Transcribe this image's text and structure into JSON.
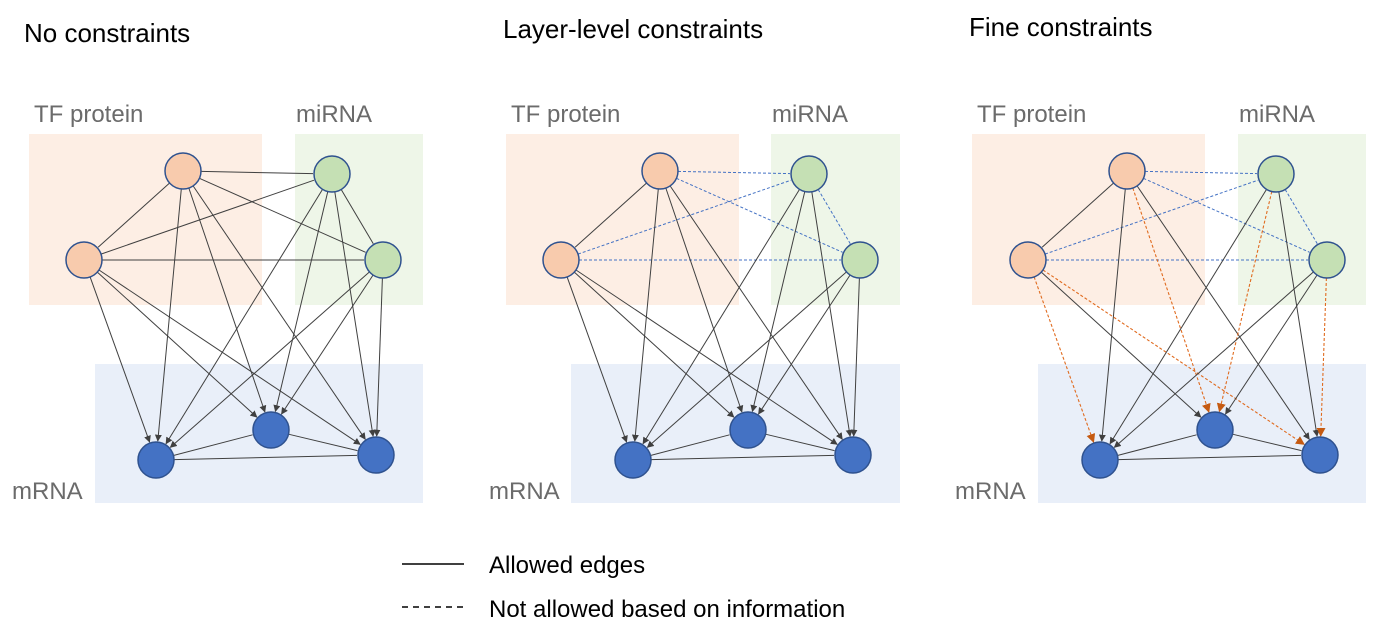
{
  "panels": [
    {
      "title": "No constraints",
      "layers": {
        "tf": "TF protein",
        "mirna": "miRNA",
        "mrna": "mRNA"
      },
      "edges": [
        {
          "from": "tf1",
          "to": "tf2",
          "style": "allowed"
        },
        {
          "from": "tf1",
          "to": "mi1",
          "style": "allowed"
        },
        {
          "from": "tf1",
          "to": "mi2",
          "style": "allowed"
        },
        {
          "from": "tf2",
          "to": "mi1",
          "style": "allowed"
        },
        {
          "from": "tf2",
          "to": "mi2",
          "style": "allowed"
        },
        {
          "from": "mi1",
          "to": "mi2",
          "style": "allowed"
        },
        {
          "from": "m1",
          "to": "m2",
          "style": "allowed"
        },
        {
          "from": "m1",
          "to": "m3",
          "style": "allowed"
        },
        {
          "from": "m2",
          "to": "m3",
          "style": "allowed"
        },
        {
          "from": "tf1",
          "to": "m1",
          "style": "allowed",
          "arrow": true
        },
        {
          "from": "tf1",
          "to": "m2",
          "style": "allowed",
          "arrow": true
        },
        {
          "from": "tf1",
          "to": "m3",
          "style": "allowed",
          "arrow": true
        },
        {
          "from": "tf2",
          "to": "m1",
          "style": "allowed",
          "arrow": true
        },
        {
          "from": "tf2",
          "to": "m2",
          "style": "allowed",
          "arrow": true
        },
        {
          "from": "tf2",
          "to": "m3",
          "style": "allowed",
          "arrow": true
        },
        {
          "from": "mi1",
          "to": "m1",
          "style": "allowed",
          "arrow": true
        },
        {
          "from": "mi1",
          "to": "m2",
          "style": "allowed",
          "arrow": true
        },
        {
          "from": "mi1",
          "to": "m3",
          "style": "allowed",
          "arrow": true
        },
        {
          "from": "mi2",
          "to": "m1",
          "style": "allowed",
          "arrow": true
        },
        {
          "from": "mi2",
          "to": "m2",
          "style": "allowed",
          "arrow": true
        },
        {
          "from": "mi2",
          "to": "m3",
          "style": "allowed",
          "arrow": true
        }
      ]
    },
    {
      "title": "Layer-level constraints",
      "layers": {
        "tf": "TF protein",
        "mirna": "miRNA",
        "mrna": "mRNA"
      },
      "edges": [
        {
          "from": "tf1",
          "to": "tf2",
          "style": "allowed"
        },
        {
          "from": "tf1",
          "to": "mi1",
          "style": "blocked-layer"
        },
        {
          "from": "tf1",
          "to": "mi2",
          "style": "blocked-layer"
        },
        {
          "from": "tf2",
          "to": "mi1",
          "style": "blocked-layer"
        },
        {
          "from": "tf2",
          "to": "mi2",
          "style": "blocked-layer"
        },
        {
          "from": "mi1",
          "to": "mi2",
          "style": "blocked-layer"
        },
        {
          "from": "m1",
          "to": "m2",
          "style": "allowed"
        },
        {
          "from": "m1",
          "to": "m3",
          "style": "allowed"
        },
        {
          "from": "m2",
          "to": "m3",
          "style": "allowed"
        },
        {
          "from": "tf1",
          "to": "m1",
          "style": "allowed",
          "arrow": true
        },
        {
          "from": "tf1",
          "to": "m2",
          "style": "allowed",
          "arrow": true
        },
        {
          "from": "tf1",
          "to": "m3",
          "style": "allowed",
          "arrow": true
        },
        {
          "from": "tf2",
          "to": "m1",
          "style": "allowed",
          "arrow": true
        },
        {
          "from": "tf2",
          "to": "m2",
          "style": "allowed",
          "arrow": true
        },
        {
          "from": "tf2",
          "to": "m3",
          "style": "allowed",
          "arrow": true
        },
        {
          "from": "mi1",
          "to": "m1",
          "style": "allowed",
          "arrow": true
        },
        {
          "from": "mi1",
          "to": "m2",
          "style": "allowed",
          "arrow": true
        },
        {
          "from": "mi1",
          "to": "m3",
          "style": "allowed",
          "arrow": true
        },
        {
          "from": "mi2",
          "to": "m1",
          "style": "allowed",
          "arrow": true
        },
        {
          "from": "mi2",
          "to": "m2",
          "style": "allowed",
          "arrow": true
        },
        {
          "from": "mi2",
          "to": "m3",
          "style": "allowed",
          "arrow": true
        }
      ]
    },
    {
      "title": "Fine constraints",
      "layers": {
        "tf": "TF protein",
        "mirna": "miRNA",
        "mrna": "mRNA"
      },
      "edges": [
        {
          "from": "tf1",
          "to": "tf2",
          "style": "allowed"
        },
        {
          "from": "tf1",
          "to": "mi1",
          "style": "blocked-layer"
        },
        {
          "from": "tf1",
          "to": "mi2",
          "style": "blocked-layer"
        },
        {
          "from": "tf2",
          "to": "mi1",
          "style": "blocked-layer"
        },
        {
          "from": "tf2",
          "to": "mi2",
          "style": "blocked-layer"
        },
        {
          "from": "mi1",
          "to": "mi2",
          "style": "blocked-layer"
        },
        {
          "from": "m1",
          "to": "m2",
          "style": "allowed"
        },
        {
          "from": "m1",
          "to": "m3",
          "style": "allowed"
        },
        {
          "from": "m2",
          "to": "m3",
          "style": "allowed"
        },
        {
          "from": "tf1",
          "to": "m1",
          "style": "allowed",
          "arrow": true
        },
        {
          "from": "tf1",
          "to": "m2",
          "style": "blocked-fine",
          "arrow": true
        },
        {
          "from": "tf1",
          "to": "m3",
          "style": "allowed",
          "arrow": true
        },
        {
          "from": "tf2",
          "to": "m1",
          "style": "blocked-fine",
          "arrow": true
        },
        {
          "from": "tf2",
          "to": "m2",
          "style": "allowed",
          "arrow": true
        },
        {
          "from": "tf2",
          "to": "m3",
          "style": "blocked-fine",
          "arrow": true
        },
        {
          "from": "mi1",
          "to": "m1",
          "style": "allowed",
          "arrow": true
        },
        {
          "from": "mi1",
          "to": "m2",
          "style": "blocked-fine",
          "arrow": true
        },
        {
          "from": "mi1",
          "to": "m3",
          "style": "allowed",
          "arrow": true
        },
        {
          "from": "mi2",
          "to": "m1",
          "style": "allowed",
          "arrow": true
        },
        {
          "from": "mi2",
          "to": "m2",
          "style": "allowed",
          "arrow": true
        },
        {
          "from": "mi2",
          "to": "m3",
          "style": "blocked-fine",
          "arrow": true
        }
      ]
    }
  ],
  "legend": {
    "allowed": "Allowed edges",
    "not_allowed": "Not allowed based on information"
  },
  "colors": {
    "tf_region": "#fdeee4",
    "mirna_region": "#eef6e8",
    "mrna_region": "#e9eff9",
    "tf_node": "#f8cbad",
    "mirna_node": "#c5e0b4",
    "mrna_node": "#4472c4",
    "node_stroke": "#2f528f",
    "allowed_edge": "#404040",
    "blocked_layer_edge": "#4472c4",
    "blocked_fine_edge": "#e06b1f"
  }
}
